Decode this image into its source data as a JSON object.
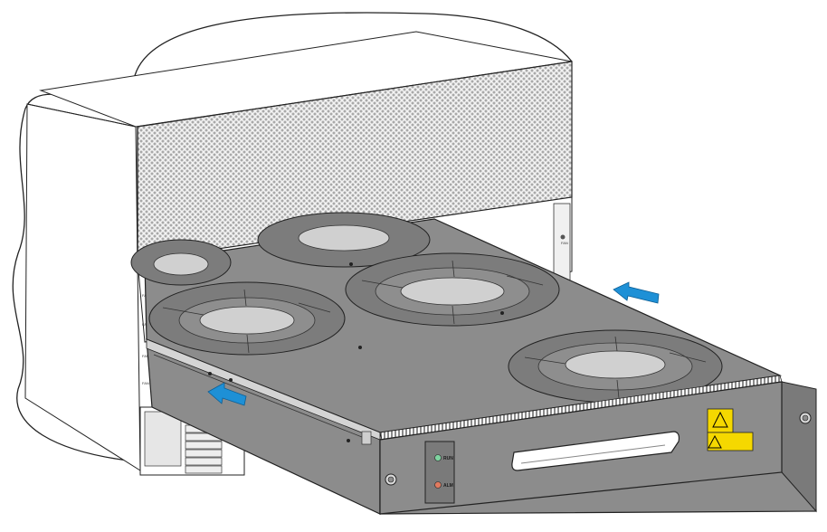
{
  "figure": {
    "leds": [
      {
        "label": "RUN",
        "color": "#7fd3a0"
      },
      {
        "label": "ALM",
        "color": "#e07a5f"
      }
    ],
    "chassis_slot_labels": [
      "FAN",
      "FAN",
      "FAN",
      "FAN",
      "FAN",
      "FAN"
    ],
    "warning_lines": [
      "",
      ""
    ],
    "colors": {
      "arrow": "#1e90d6",
      "tray": "#8c8c8c",
      "tray_dark": "#6f6f6f",
      "fan_hub": "#d0d0d0",
      "warning_label": "#f5d800"
    },
    "insertion_arrows": 2
  }
}
